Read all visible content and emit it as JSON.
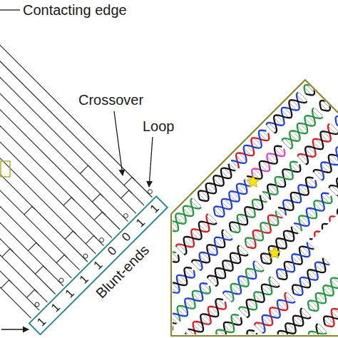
{
  "diagram": {
    "nodes": [
      {
        "text": [
          "1 1 1 1 1 0 0 1 1",
          "Blunt-ends"
        ]
      }
    ],
    "labels": [
      "Contacting edge",
      "Crossover",
      "Loop"
    ]
  }
}
